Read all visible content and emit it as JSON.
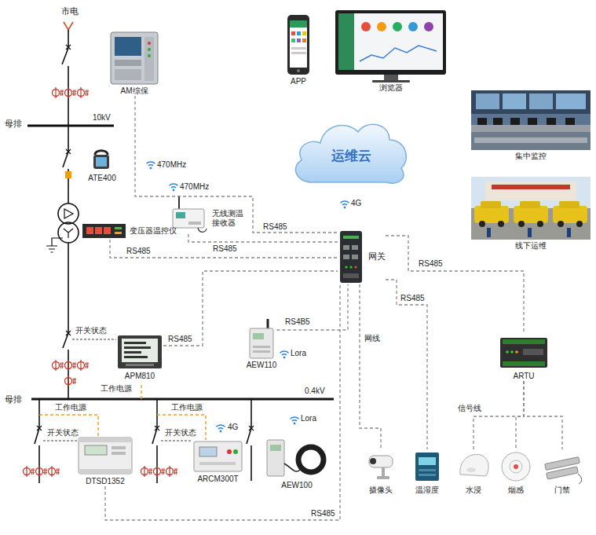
{
  "diagram": {
    "nodes": [
      {
        "text": [
          "AM综保"
        ]
      },
      {
        "text": [
          "APP"
        ]
      },
      {
        "text": [
          "浏览器"
        ]
      },
      {
        "text": [
          "运维云"
        ]
      },
      {
        "text": [
          "集中监控"
        ]
      },
      {
        "text": [
          "ATE400"
        ]
      },
      {
        "text": [
          "无线测温 接收器"
        ]
      },
      {
        "text": [
          "变压器温控仪"
        ]
      },
      {
        "text": [
          "网关"
        ]
      },
      {
        "text": [
          "线下运维"
        ]
      },
      {
        "text": [
          "APM810"
        ]
      },
      {
        "text": [
          "AEW110"
        ]
      },
      {
        "text": [
          "ARTU"
        ]
      },
      {
        "text": [
          "DTSD1352"
        ]
      },
      {
        "text": [
          "ARCM300T"
        ]
      },
      {
        "text": [
          "AEW100"
        ]
      },
      {
        "text": [
          "摄像头"
        ]
      },
      {
        "text": [
          "温湿度"
        ]
      },
      {
        "text": [
          "水浸"
        ]
      },
      {
        "text": [
          "烟感"
        ]
      },
      {
        "text": [
          "门禁"
        ]
      }
    ],
    "edges": [
      {
        "from": 0,
        "to": 8,
        "label": "RS485",
        "arrow": "none"
      },
      {
        "from": 6,
        "to": 8,
        "label": "RS485",
        "arrow": "none"
      },
      {
        "from": 7,
        "to": 8,
        "label": "RS485",
        "arrow": "none"
      },
      {
        "from": 10,
        "to": 8,
        "label": "RS485",
        "arrow": "none"
      },
      {
        "from": 11,
        "to": 8,
        "label": "RS4B5",
        "arrow": "none"
      },
      {
        "from": 13,
        "to": 8,
        "label": "RS485",
        "arrow": "none"
      },
      {
        "from": 8,
        "to": 12,
        "label": "RS485",
        "arrow": "none"
      },
      {
        "from": 8,
        "to": 17,
        "label": "RS485",
        "arrow": "none"
      },
      {
        "from": 8,
        "to": 16,
        "label": "网线",
        "arrow": "none"
      },
      {
        "from": 12,
        "to": 18,
        "label": "信号线",
        "arrow": "none"
      },
      {
        "from": 12,
        "to": 19,
        "arrow": "none"
      },
      {
        "from": 12,
        "to": 20,
        "arrow": "none"
      }
    ],
    "labels": [
      "市电",
      "母排",
      "10kV",
      "470MHz",
      "470MHz",
      "4G",
      "开关状态",
      "母排",
      "0.4kV",
      "工作电源",
      "Lora",
      "工作电源",
      "工作电源",
      "Lora",
      "开关状态",
      "开关状态",
      "4G"
    ]
  }
}
